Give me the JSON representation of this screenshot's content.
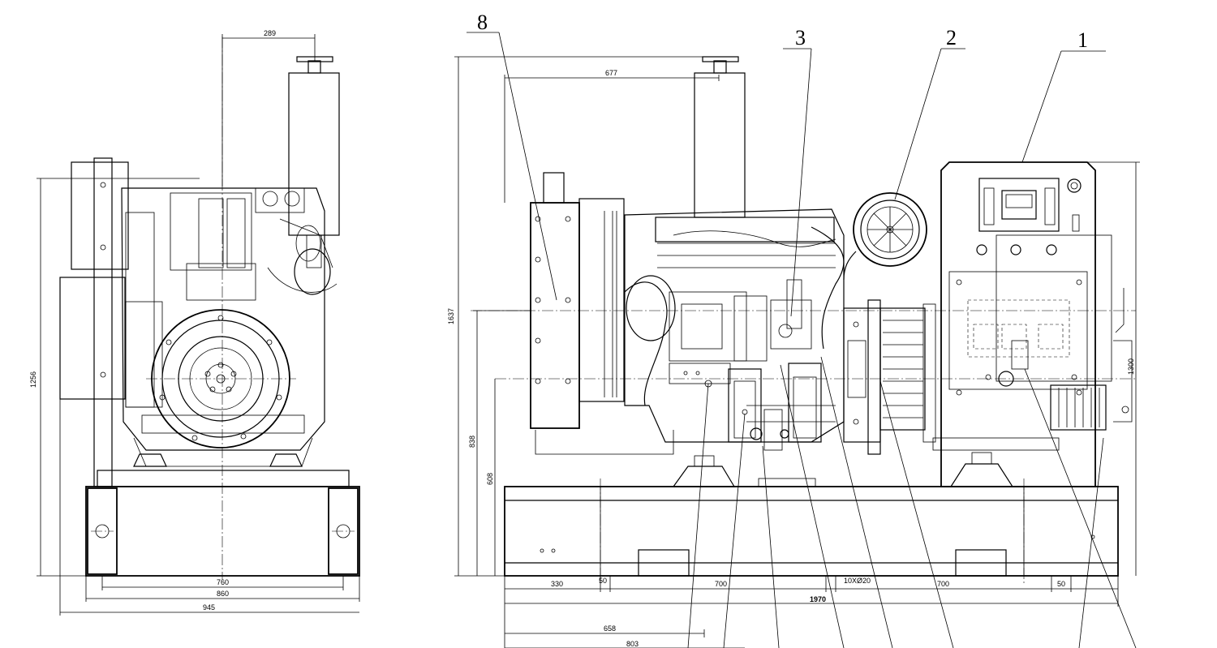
{
  "front_view": {
    "dims": {
      "exhaust_offset": "289",
      "height": "1256",
      "inner_width": "760",
      "base_width": "860",
      "overall_width": "945"
    }
  },
  "side_view": {
    "dims": {
      "overall_height": "1637",
      "radiator_to_exhaust": "677",
      "height_838": "838",
      "height_608": "608",
      "alt_height": "1300",
      "bottom_330": "330",
      "bottom_50a": "50",
      "bottom_700a": "700",
      "holes": "10XØ20",
      "bottom_700b": "700",
      "bottom_50b": "50",
      "overall_length": "1970",
      "len_658": "658",
      "len_803": "803"
    },
    "callouts": {
      "c1": "1",
      "c2": "2",
      "c3": "3",
      "c8": "8"
    }
  }
}
